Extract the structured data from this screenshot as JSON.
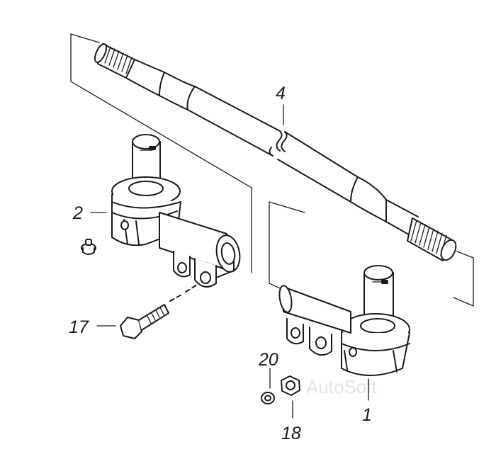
{
  "diagram": {
    "callouts": [
      {
        "id": "part-1",
        "label": "1"
      },
      {
        "id": "part-2",
        "label": "2"
      },
      {
        "id": "part-4",
        "label": "4"
      },
      {
        "id": "part-17",
        "label": "17"
      },
      {
        "id": "part-18",
        "label": "18"
      },
      {
        "id": "part-20",
        "label": "20"
      }
    ],
    "watermark": "AutoSoft"
  }
}
